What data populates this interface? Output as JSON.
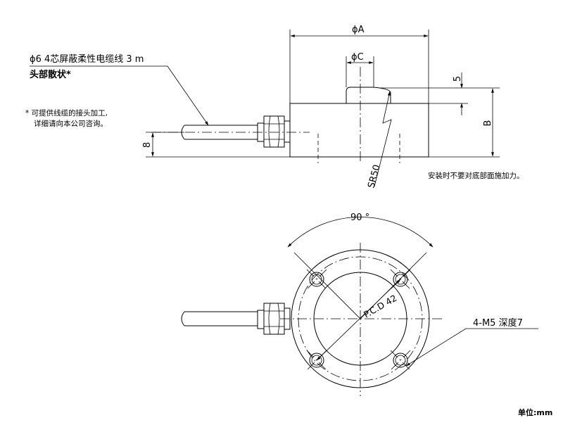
{
  "dimensions": {
    "dia_a": "ϕA",
    "dia_c": "ϕC",
    "top_height": "5",
    "height_b": "B",
    "cable_offset": "8",
    "sphere_radius": "SR50",
    "angle": "90 °",
    "pcd": "P.C.D 42",
    "threads": "4-M5 深度7"
  },
  "notes": {
    "cable_line1": "ϕ6  4芯屏蔽柔性电缆线  3 m",
    "cable_line2": "头部散状*",
    "connector_line1": "* 可提供线缆的接头加工,",
    "connector_line2": "详细请向本公司咨询。",
    "mounting": "安装时不要对底部面施加力。",
    "unit": "单位:mm"
  }
}
